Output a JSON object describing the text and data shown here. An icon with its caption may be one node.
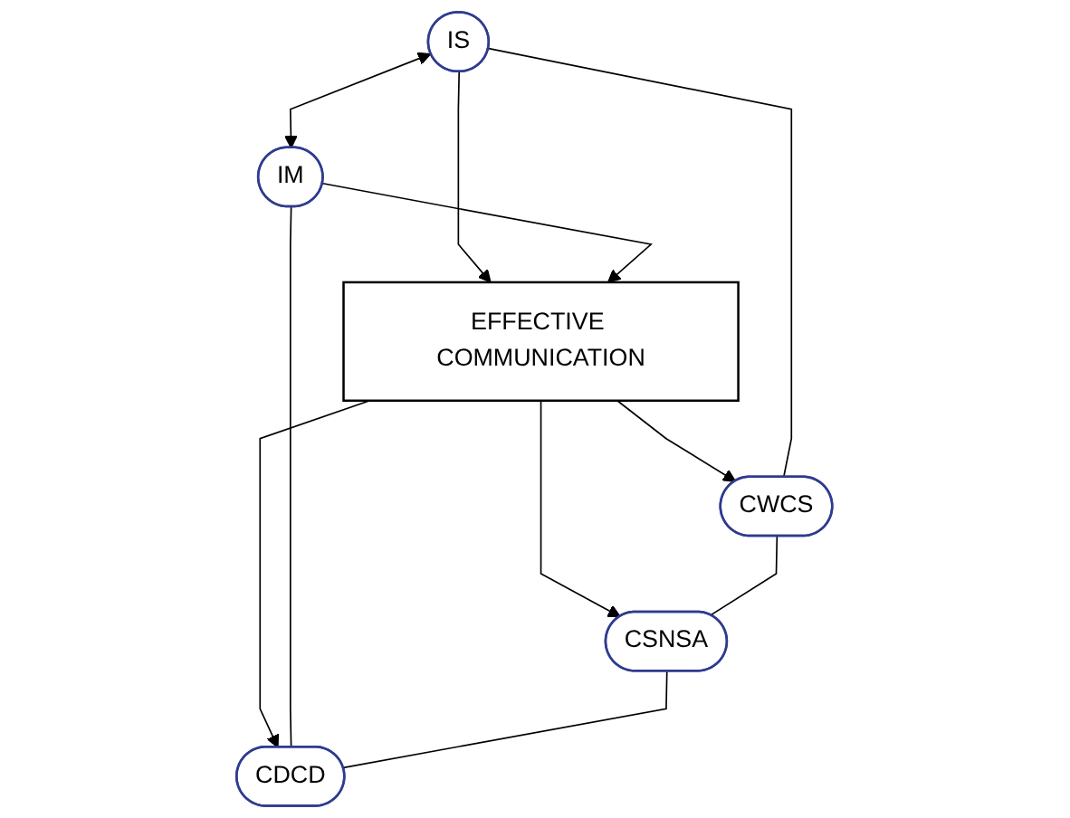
{
  "diagram": {
    "nodes": [
      {
        "text": [
          "IS"
        ]
      },
      {
        "text": [
          "IM"
        ]
      },
      {
        "text": [
          "EFFECTIVE COMMUNICATION"
        ]
      },
      {
        "text": [
          "CWCS"
        ]
      },
      {
        "text": [
          "CSNSA"
        ]
      },
      {
        "text": [
          "CDCD"
        ]
      }
    ],
    "edges": [
      {
        "from": 0,
        "to": 1,
        "arrow": "both"
      },
      {
        "from": 0,
        "to": 2,
        "arrow": "to"
      },
      {
        "from": 1,
        "to": 2,
        "arrow": "to"
      },
      {
        "from": 2,
        "to": 3,
        "arrow": "to"
      },
      {
        "from": 2,
        "to": 4,
        "arrow": "to"
      },
      {
        "from": 2,
        "to": 5,
        "arrow": "to"
      },
      {
        "from": 0,
        "to": 3,
        "arrow": "none"
      },
      {
        "from": 1,
        "to": 5,
        "arrow": "none"
      },
      {
        "from": 3,
        "to": 4,
        "arrow": "none"
      },
      {
        "from": 4,
        "to": 5,
        "arrow": "none"
      }
    ]
  }
}
